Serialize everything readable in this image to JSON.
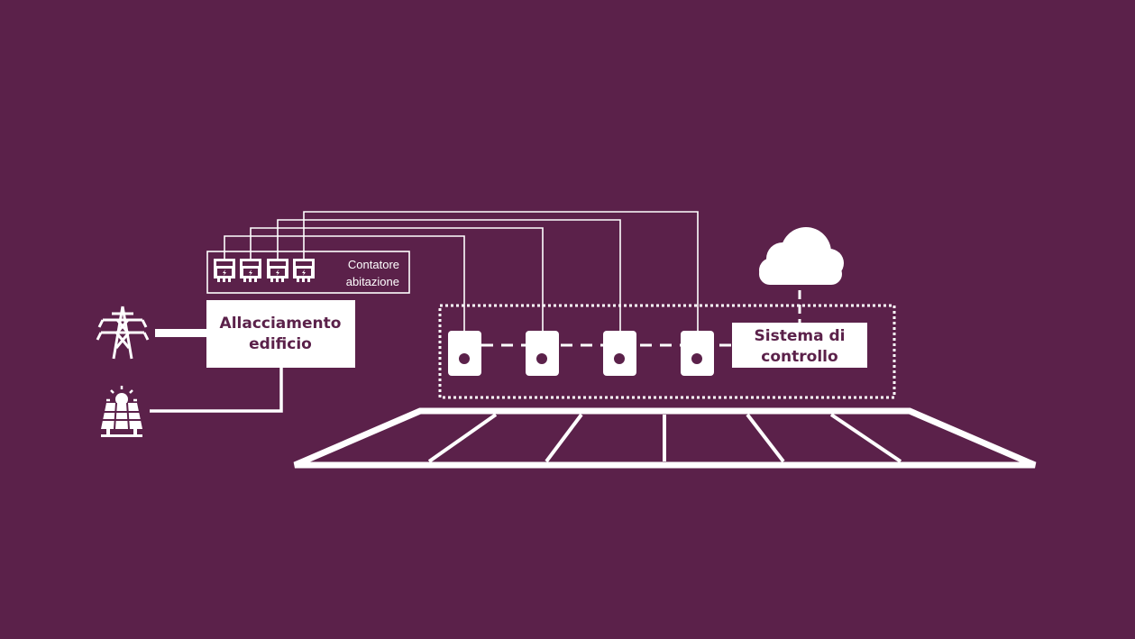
{
  "colors": {
    "background": "#5b214a",
    "foreground": "#ffffff"
  },
  "icons": {
    "power_pylon": "power-pylon-icon",
    "solar": "solar-panel-icon",
    "cloud": "cloud-icon",
    "meter": "electric-meter-icon",
    "charger": "ev-charger-icon"
  },
  "meters": {
    "label_line1": "Contatore",
    "label_line2": "abitazione",
    "count": 4
  },
  "building_connection": {
    "line1": "Allacciamento",
    "line2": "edificio"
  },
  "control_system": {
    "line1": "Sistema di",
    "line2": "controllo"
  },
  "chargers": {
    "count": 4
  },
  "parking": {
    "spaces": 6
  }
}
